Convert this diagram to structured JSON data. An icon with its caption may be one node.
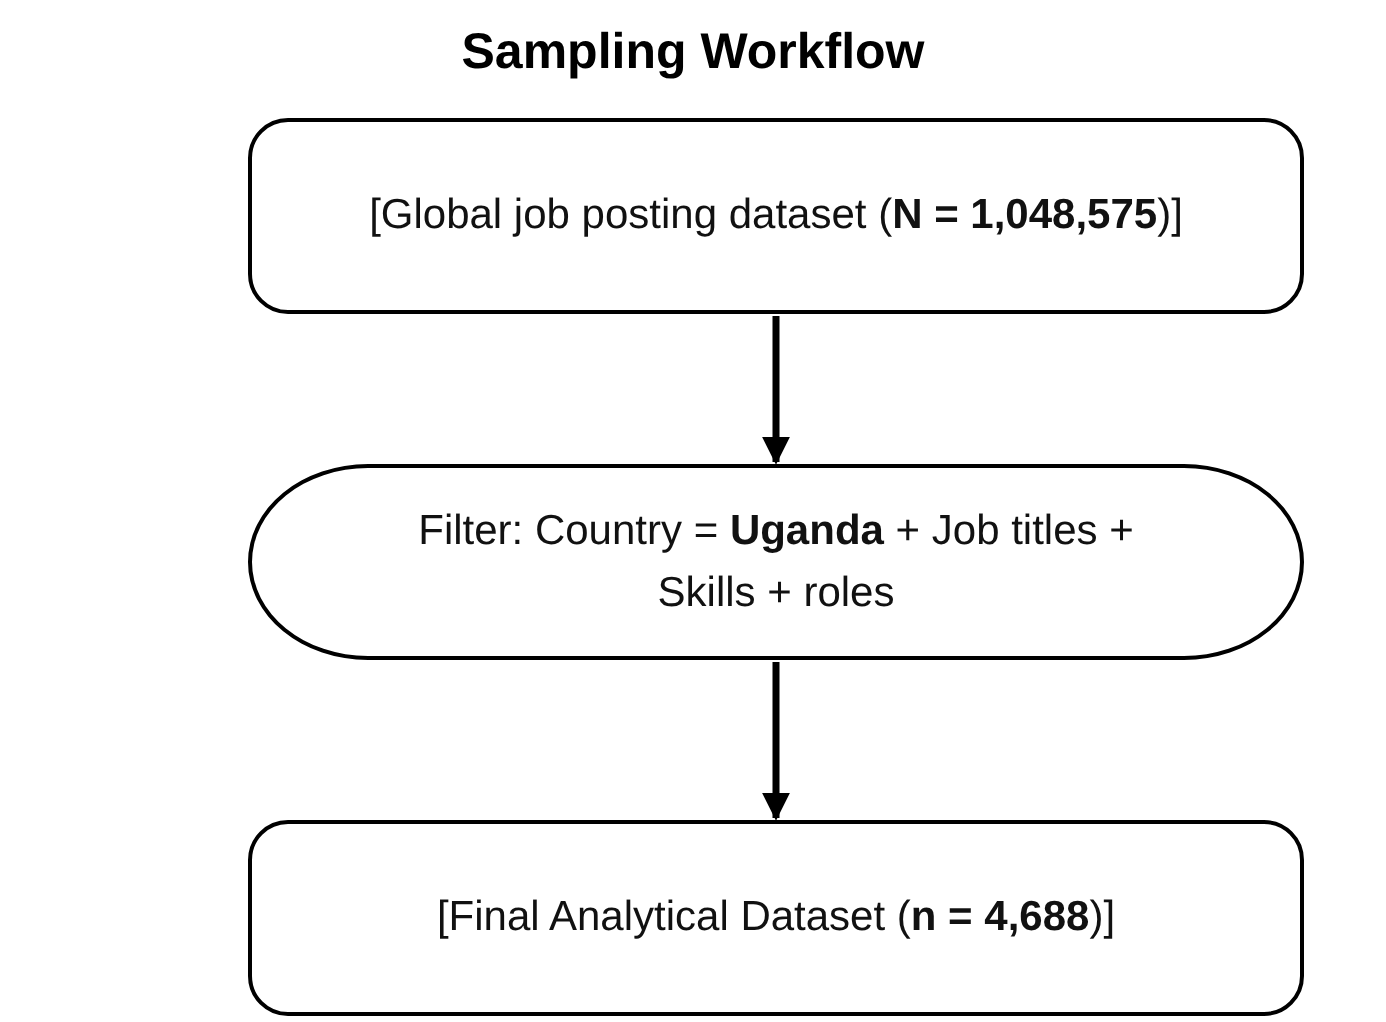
{
  "diagram": {
    "title": "Sampling Workflow",
    "nodes": [
      {
        "text": [
          "[Global job posting dataset (**N = 1,048,575**)]"
        ]
      },
      {
        "text": [
          "Filter: Country = **Uganda** + Job titles + Skills + roles"
        ]
      },
      {
        "text": [
          "[Final Analytical Dataset (**n = 4,688**)]"
        ]
      }
    ],
    "edges": [
      {
        "from": 0,
        "to": 1,
        "arrow": "to"
      },
      {
        "from": 1,
        "to": 2,
        "arrow": "to"
      }
    ]
  }
}
